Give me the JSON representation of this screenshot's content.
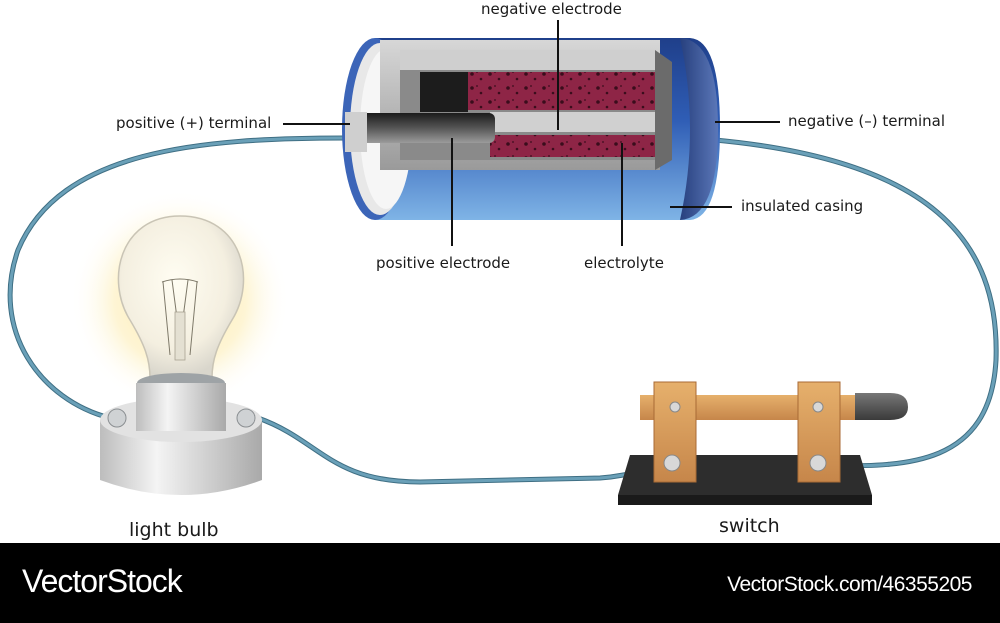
{
  "diagram": {
    "title": "Electric circuit with battery, light bulb and switch",
    "colors": {
      "wire": "#5a8fa6",
      "casing_blue": "#3b6cc0",
      "electrolyte": "#8e2546",
      "copper": "#d59a58",
      "switch_base": "#2c2c2c",
      "glow": "#fde9a0"
    },
    "battery_labels": {
      "negative_electrode": "negative electrode",
      "positive_terminal": "positive (+) terminal",
      "negative_terminal": "negative (–) terminal",
      "insulated_casing": "insulated casing",
      "positive_electrode": "positive electrode",
      "electrolyte": "electrolyte"
    },
    "components": {
      "light_bulb": "light bulb",
      "switch": "switch"
    }
  },
  "footer": {
    "brand": "VectorStock",
    "url": "VectorStock.com/46355205"
  }
}
